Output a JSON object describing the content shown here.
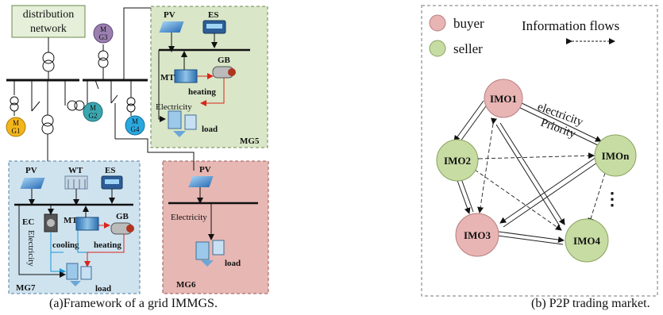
{
  "left_diagram": {
    "distribution_network": "distribution network",
    "mg1": "M G1",
    "mg2": "M G2",
    "mg3": "M G3",
    "mg4": "M G4",
    "mg5": {
      "name": "MG5",
      "pv": "PV",
      "es": "ES",
      "mt": "MT",
      "gb": "GB",
      "heating": "heating",
      "electricity": "Electricity",
      "load": "load"
    },
    "mg6": {
      "name": "MG6",
      "pv": "PV",
      "electricity": "Electricity",
      "load": "load"
    },
    "mg7": {
      "name": "MG7",
      "pv": "PV",
      "wt": "WT",
      "es": "ES",
      "ec": "EC",
      "mt": "MT",
      "gb": "GB",
      "cooling": "cooling",
      "heating": "heating",
      "electricity": "Electricity",
      "load": "load"
    },
    "caption": "(a)Framework of a grid IMMGS."
  },
  "right_diagram": {
    "legend": {
      "buyer": "buyer",
      "seller": "seller",
      "information_flows": "Information flows"
    },
    "nodes": {
      "imo1": "IMO1",
      "imo2": "IMO2",
      "imo3": "IMO3",
      "imo4": "IMO4",
      "imon": "IMOn"
    },
    "edge_labels": {
      "electricity": "electricity",
      "priority": "Priority"
    },
    "ellipsis": "⋮",
    "caption": "(b) P2P trading market."
  },
  "colors": {
    "mg5_fill": "#d9e6c8",
    "mg6_fill": "#e7b7b3",
    "mg7_fill": "#cfe3ef",
    "buyer": "#e9b4b4",
    "seller": "#c7dca3",
    "mg_yellow": "#f2b51c",
    "mg_teal": "#3aa7b0",
    "mg_purple": "#9a7fb0",
    "mg_cyan": "#29a8df",
    "heat_line": "#d9261c",
    "cool_line": "#1a96d4"
  }
}
